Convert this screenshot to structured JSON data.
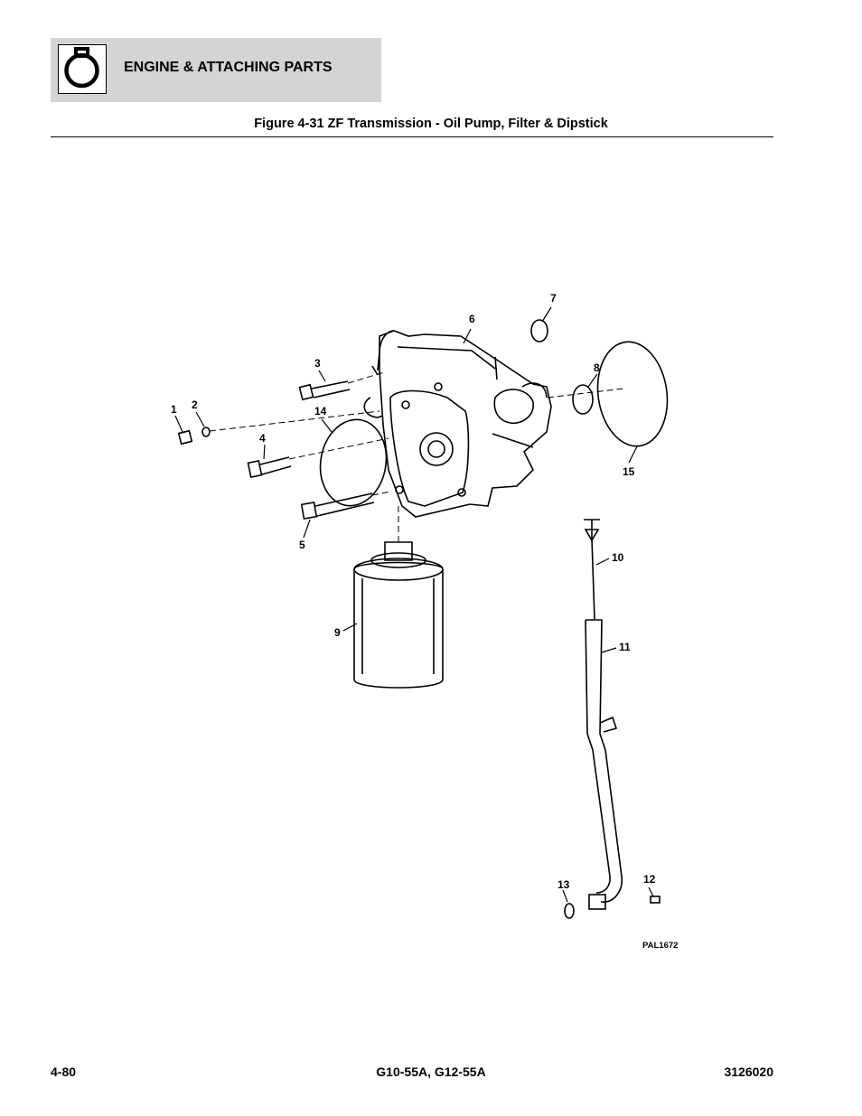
{
  "header": {
    "section_title": "ENGINE & ATTACHING PARTS",
    "icon": "engine-icon"
  },
  "figure": {
    "title": "Figure 4-31 ZF Transmission - Oil Pump, Filter & Dipstick",
    "reference_code": "PAL1672",
    "callouts": [
      "1",
      "2",
      "3",
      "4",
      "5",
      "6",
      "7",
      "8",
      "9",
      "10",
      "11",
      "12",
      "13",
      "14",
      "15"
    ]
  },
  "footer": {
    "page_number": "4-80",
    "models": "G10-55A, G12-55A",
    "document_number": "3126020"
  }
}
